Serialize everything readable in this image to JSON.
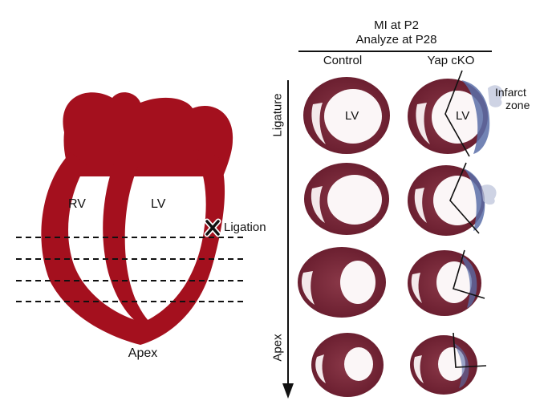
{
  "header": {
    "line1": "MI at P2",
    "line2": "Analyze at P28"
  },
  "columns": {
    "control": "Control",
    "yap": "Yap cKO"
  },
  "axis": {
    "top": "Ligature",
    "bottom": "Apex"
  },
  "heart_diagram": {
    "rv": "RV",
    "lv": "LV",
    "ligation": "Ligation",
    "apex": "Apex",
    "section_lines": 4,
    "color": "#a4101e"
  },
  "sections": {
    "lv_label": "LV",
    "infarct_label_1": "Infarct",
    "infarct_label_2": "zone",
    "tissue_color": "#7a2a3c",
    "collagen_color": "#4a6aa8"
  }
}
